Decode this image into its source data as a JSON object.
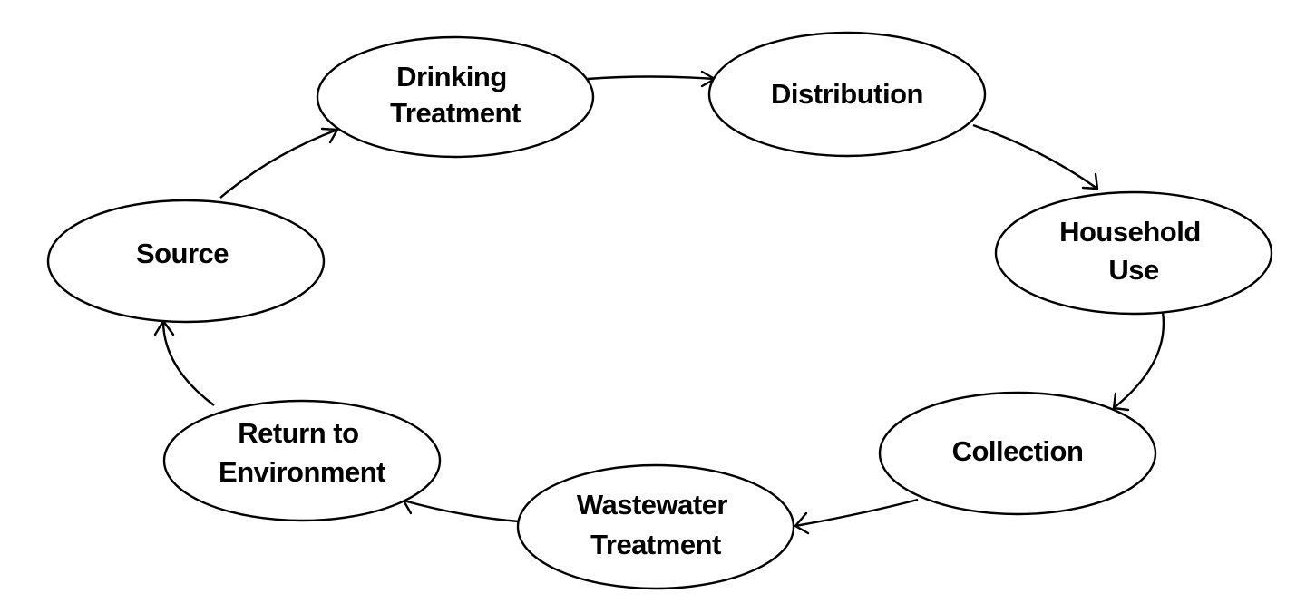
{
  "diagram": {
    "type": "cycle",
    "colors": {
      "line": "#000000",
      "fill": "#ffffff",
      "text": "#000000",
      "background": "#ffffff"
    },
    "nodes": [
      {
        "id": "source",
        "lines": [
          "Source"
        ]
      },
      {
        "id": "drinking-treatment",
        "lines": [
          "Drinking",
          "Treatment"
        ]
      },
      {
        "id": "distribution",
        "lines": [
          "Distribution"
        ]
      },
      {
        "id": "household-use",
        "lines": [
          "Household",
          "Use"
        ]
      },
      {
        "id": "collection",
        "lines": [
          "Collection"
        ]
      },
      {
        "id": "wastewater-treatment",
        "lines": [
          "Wastewater",
          "Treatment"
        ]
      },
      {
        "id": "return-to-environment",
        "lines": [
          "Return to",
          "Environment"
        ]
      }
    ],
    "edges": [
      {
        "from": "source",
        "to": "drinking-treatment"
      },
      {
        "from": "drinking-treatment",
        "to": "distribution"
      },
      {
        "from": "distribution",
        "to": "household-use"
      },
      {
        "from": "household-use",
        "to": "collection"
      },
      {
        "from": "collection",
        "to": "wastewater-treatment"
      },
      {
        "from": "wastewater-treatment",
        "to": "return-to-environment"
      },
      {
        "from": "return-to-environment",
        "to": "source"
      }
    ]
  }
}
